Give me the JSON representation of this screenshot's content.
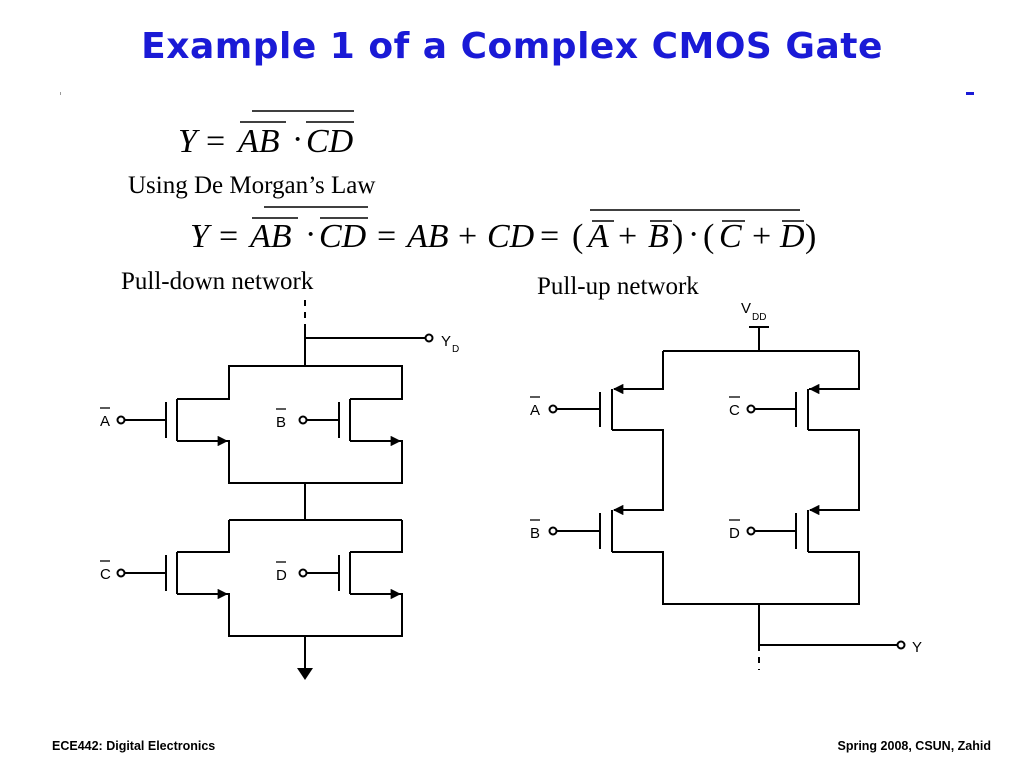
{
  "slide": {
    "title": "Example 1 of a Complex CMOS Gate",
    "footer_left": "ECE442: Digital Electronics",
    "footer_right": "Spring 2008, CSUN, Zahid"
  },
  "equations": {
    "eq1": {
      "Y": "Y",
      "equals": "=",
      "AB": "AB",
      "dot": "·",
      "CD": "CD"
    },
    "using_text": "Using De Morgan’s Law",
    "eq2": {
      "Y": "Y",
      "equals": "=",
      "AB": "AB",
      "dot": "·",
      "CD": "CD",
      "equals2": "=",
      "AB_plain": "AB",
      "plus": "+",
      "CD_plain": "CD",
      "equals3": "=",
      "lparen1": "(",
      "A": "A",
      "plus2": "+",
      "B": "B",
      "rparen1": ")",
      "dot2": "·",
      "lparen2": "(",
      "C": "C",
      "plus3": "+",
      "D": "D",
      "rparen2": ")"
    }
  },
  "pulldown": {
    "heading": "Pull-down network",
    "output_main": "Y",
    "output_sub": "D",
    "inputs": {
      "a": "A",
      "b": "B",
      "c": "C",
      "d": "D"
    }
  },
  "pullup": {
    "heading": "Pull-up network",
    "supply_main": "V",
    "supply_sub": "DD",
    "output": "Y",
    "inputs": {
      "a": "A",
      "b": "B",
      "c": "C",
      "d": "D"
    }
  }
}
